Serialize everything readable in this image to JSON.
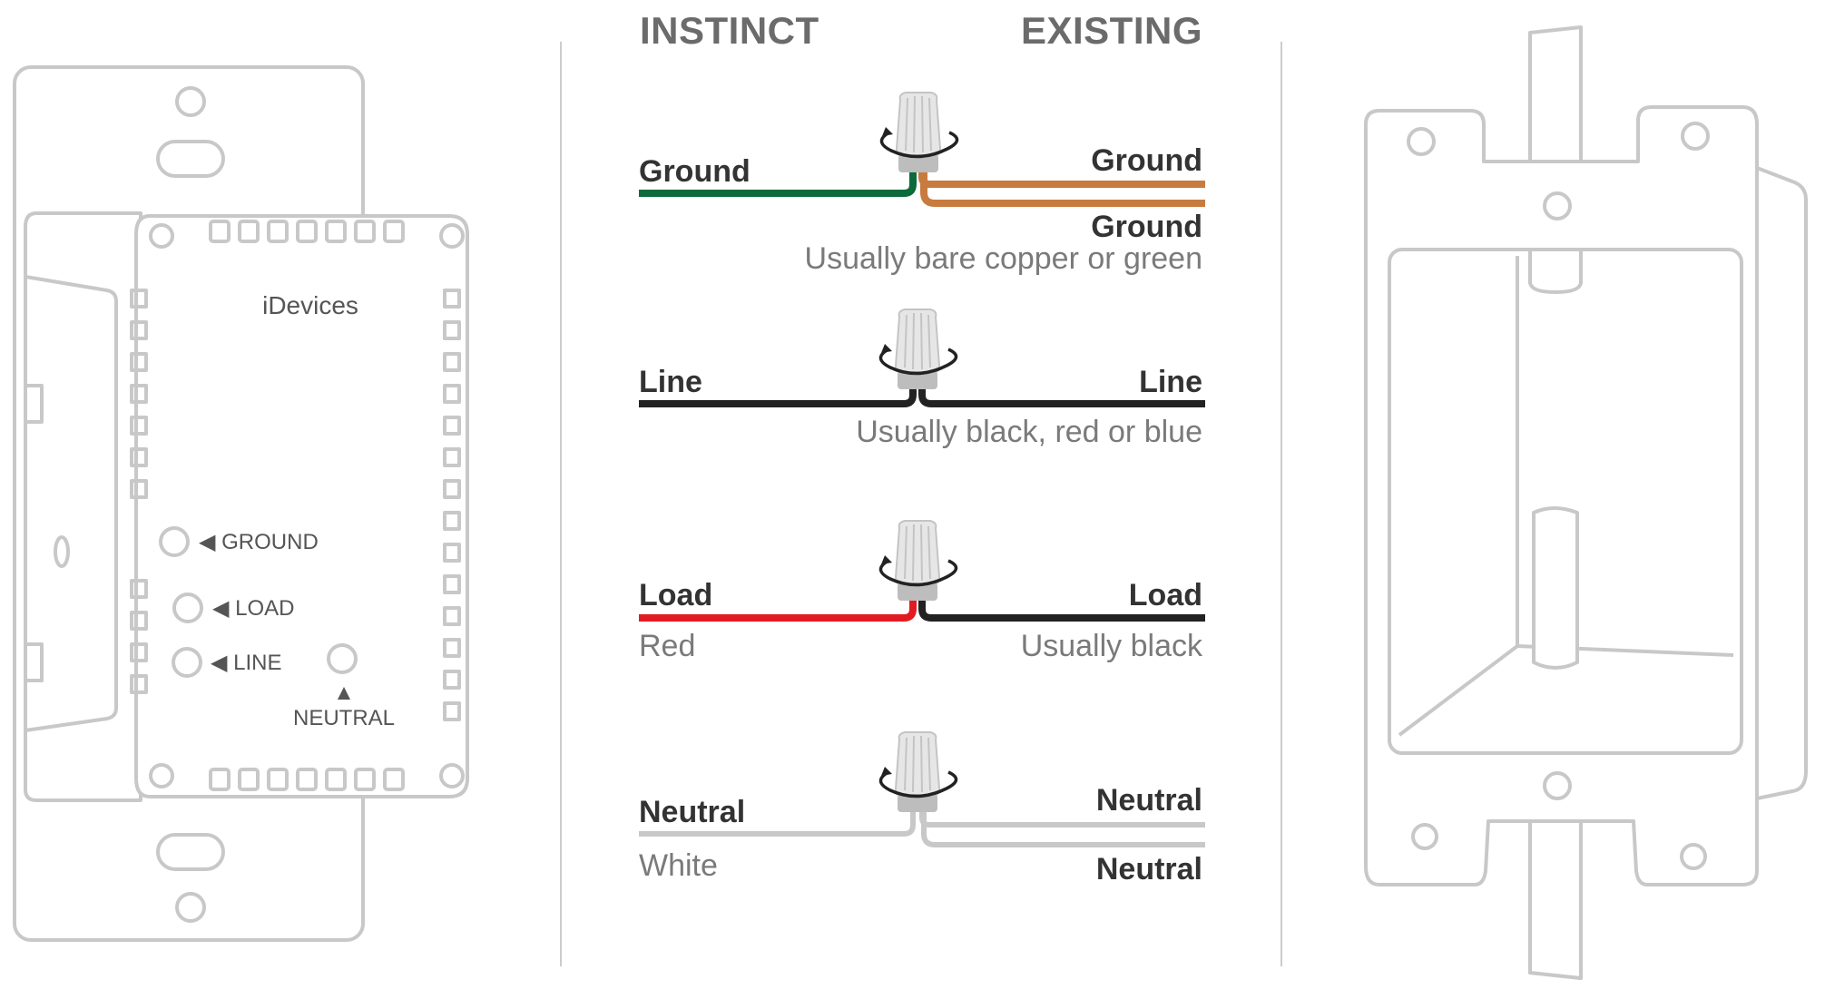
{
  "device": {
    "brand": "iDevices",
    "terminals": [
      {
        "label": "◀ GROUND"
      },
      {
        "label": "◀ LOAD"
      },
      {
        "label": "◀ LINE"
      },
      {
        "label": "NEUTRAL",
        "marker": "▲"
      }
    ]
  },
  "columns": {
    "left": "INSTINCT",
    "right": "EXISTING"
  },
  "connections": [
    {
      "left_label": "Ground",
      "right_label": "Ground",
      "right_label_2": "Ground",
      "note_right": "Usually bare copper or green",
      "left_color": "#0b6b3a",
      "right_color": "#c77b3f"
    },
    {
      "left_label": "Line",
      "right_label": "Line",
      "note_right": "Usually black, red or blue",
      "left_color": "#222222",
      "right_color": "#222222"
    },
    {
      "left_label": "Load",
      "right_label": "Load",
      "note_left": "Red",
      "note_right": "Usually black",
      "left_color": "#e21b23",
      "right_color": "#222222"
    },
    {
      "left_label": "Neutral",
      "right_label": "Neutral",
      "right_label_2": "Neutral",
      "note_left": "White",
      "left_color": "#c8c8c8",
      "right_color": "#c8c8c8"
    }
  ]
}
